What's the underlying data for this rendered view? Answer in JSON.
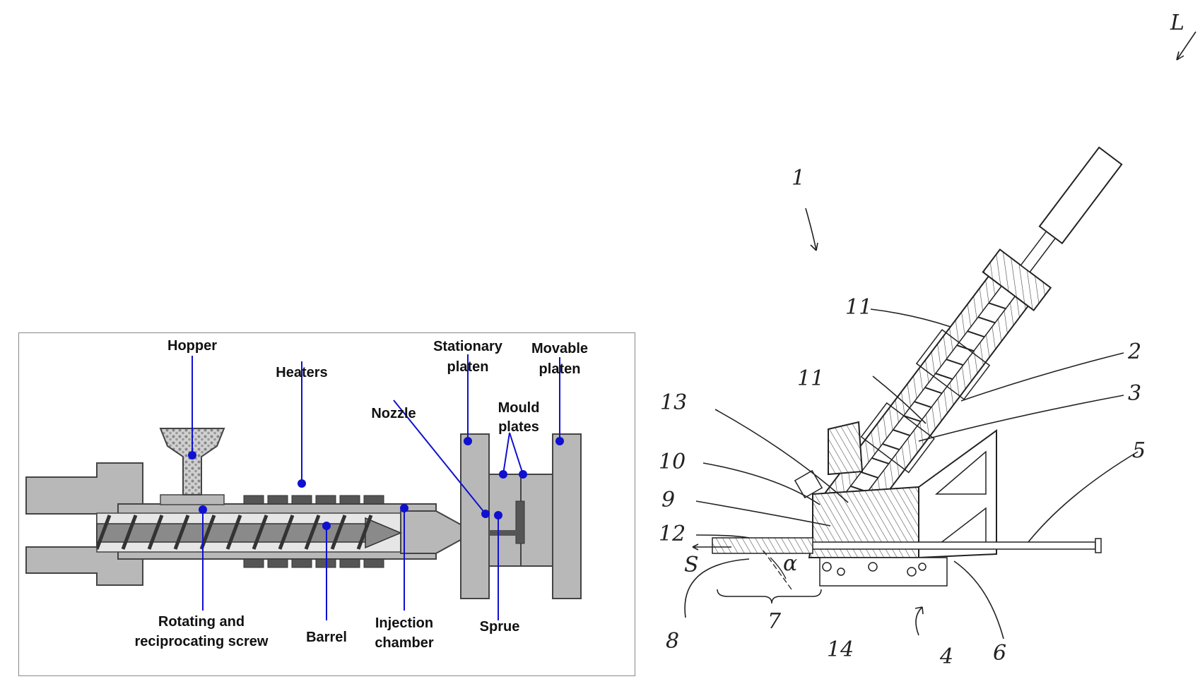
{
  "injection_diagram": {
    "labels": {
      "hopper": "Hopper",
      "heaters": "Heaters",
      "stationary_1": "Stationary",
      "stationary_2": "platen",
      "movable_1": "Movable",
      "movable_2": "platen",
      "nozzle": "Nozzle",
      "mould_1": "Mould",
      "mould_2": "plates",
      "screw_1": "Rotating and",
      "screw_2": "reciprocating screw",
      "barrel": "Barrel",
      "chamber_1": "Injection",
      "chamber_2": "chamber",
      "sprue": "Sprue"
    },
    "colors": {
      "part_fill": "#b8b8b8",
      "dark_fill": "#555555",
      "leader": "#1010d0",
      "frame": "#888888"
    }
  },
  "patent_drawing": {
    "labels": {
      "l": "L",
      "n1": "1",
      "n11a": "11",
      "n11b": "11",
      "n2": "2",
      "n3": "3",
      "n13": "13",
      "n10": "10",
      "n9": "9",
      "n12": "12",
      "n5": "5",
      "s": "S",
      "alpha": "α",
      "n7": "7",
      "n8": "8",
      "n14": "14",
      "n4": "4",
      "n6": "6"
    }
  }
}
